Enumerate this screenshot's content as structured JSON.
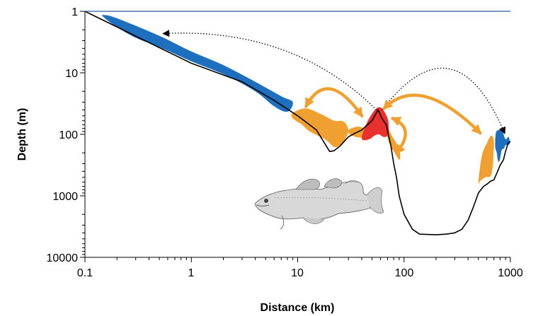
{
  "chart_data": {
    "type": "line",
    "title": "",
    "xlabel": "Distance (km)",
    "ylabel": "Depth (m)",
    "x_scale": "log",
    "y_scale": "log",
    "y_inverted": true,
    "xlim": [
      0.1,
      1000
    ],
    "ylim": [
      1,
      10000
    ],
    "x_ticks": [
      "0.1",
      "1",
      "10",
      "100",
      "1000"
    ],
    "y_ticks": [
      "1",
      "10",
      "100",
      "1000",
      "10000"
    ],
    "grid": false,
    "series": [
      {
        "role": "seabed-profile",
        "color": "#000000",
        "points": [
          [
            0.1,
            1
          ],
          [
            1,
            7
          ],
          [
            3,
            14
          ],
          [
            6,
            28
          ],
          [
            10,
            50
          ],
          [
            15,
            85
          ],
          [
            20,
            190
          ],
          [
            22,
            185
          ],
          [
            25,
            155
          ],
          [
            30,
            110
          ],
          [
            35,
            95
          ],
          [
            40,
            85
          ],
          [
            50,
            60
          ],
          [
            57,
            40
          ],
          [
            62,
            55
          ],
          [
            68,
            70
          ],
          [
            75,
            150
          ],
          [
            80,
            300
          ],
          [
            85,
            500
          ],
          [
            90,
            1000
          ],
          [
            100,
            2000
          ],
          [
            120,
            3500
          ],
          [
            140,
            4200
          ],
          [
            200,
            4300
          ],
          [
            250,
            4200
          ],
          [
            300,
            4000
          ],
          [
            350,
            3500
          ],
          [
            400,
            2500
          ],
          [
            450,
            1500
          ],
          [
            500,
            900
          ],
          [
            560,
            700
          ],
          [
            600,
            650
          ],
          [
            650,
            580
          ],
          [
            700,
            550
          ],
          [
            750,
            420
          ],
          [
            800,
            320
          ],
          [
            860,
            260
          ],
          [
            900,
            190
          ],
          [
            950,
            140
          ],
          [
            1000,
            130
          ]
        ]
      },
      {
        "role": "sea-surface",
        "color": "#2a5a9a",
        "points": [
          [
            0.1,
            1
          ],
          [
            1000,
            1
          ]
        ]
      }
    ],
    "regions": [
      {
        "color": "#1f6fbf",
        "points": [
          [
            0.15,
            1.15
          ],
          [
            0.2,
            1.3
          ],
          [
            0.5,
            2.5
          ],
          [
            1,
            4.5
          ],
          [
            2,
            7.5
          ],
          [
            4,
            14
          ],
          [
            7,
            24
          ],
          [
            9,
            30
          ],
          [
            8,
            43
          ],
          [
            6,
            35
          ],
          [
            4,
            20
          ],
          [
            2,
            10.5
          ],
          [
            1,
            6.5
          ],
          [
            0.5,
            3.8
          ],
          [
            0.3,
            2.7
          ],
          [
            0.2,
            1.8
          ],
          [
            0.15,
            1.25
          ]
        ]
      },
      {
        "color": "#f0a030",
        "points": [
          [
            9,
            45
          ],
          [
            12,
            38
          ],
          [
            17,
            48
          ],
          [
            22,
            60
          ],
          [
            27,
            62
          ],
          [
            30,
            85
          ],
          [
            28,
            120
          ],
          [
            25,
            150
          ],
          [
            22,
            160
          ],
          [
            18,
            120
          ],
          [
            13,
            90
          ],
          [
            11,
            70
          ],
          [
            9,
            55
          ]
        ]
      },
      {
        "color": "#f0a030",
        "points": [
          [
            30,
            85
          ],
          [
            37,
            75
          ],
          [
            44,
            85
          ],
          [
            50,
            115
          ],
          [
            42,
            115
          ],
          [
            35,
            110
          ],
          [
            31,
            100
          ]
        ]
      },
      {
        "color": "#f0a030",
        "points": [
          [
            63,
            60
          ],
          [
            70,
            75
          ],
          [
            78,
            110
          ],
          [
            85,
            140
          ],
          [
            92,
            210
          ],
          [
            90,
            260
          ],
          [
            82,
            200
          ],
          [
            75,
            160
          ],
          [
            68,
            100
          ],
          [
            63,
            70
          ]
        ]
      },
      {
        "color": "#e8302f",
        "points": [
          [
            40,
            115
          ],
          [
            42,
            85
          ],
          [
            47,
            55
          ],
          [
            55,
            38
          ],
          [
            62,
            38
          ],
          [
            70,
            55
          ],
          [
            72,
            80
          ],
          [
            70,
            105
          ],
          [
            64,
            110
          ],
          [
            58,
            100
          ],
          [
            53,
            105
          ],
          [
            47,
            120
          ],
          [
            42,
            125
          ]
        ]
      },
      {
        "color": "#f0a030",
        "points": [
          [
            500,
            600
          ],
          [
            540,
            220
          ],
          [
            600,
            140
          ],
          [
            660,
            105
          ],
          [
            700,
            130
          ],
          [
            690,
            250
          ],
          [
            680,
            350
          ],
          [
            650,
            480
          ],
          [
            580,
            500
          ],
          [
            520,
            580
          ]
        ]
      },
      {
        "color": "#1f6fbf",
        "points": [
          [
            720,
            160
          ],
          [
            730,
            95
          ],
          [
            780,
            85
          ],
          [
            840,
            90
          ],
          [
            900,
            120
          ],
          [
            960,
            110
          ],
          [
            990,
            140
          ],
          [
            930,
            150
          ],
          [
            900,
            150
          ],
          [
            870,
            170
          ],
          [
            830,
            180
          ],
          [
            800,
            250
          ],
          [
            780,
            280
          ],
          [
            760,
            260
          ],
          [
            745,
            200
          ]
        ]
      }
    ],
    "annotations": [
      {
        "type": "dotted-arrow",
        "color": "#000000",
        "from": [
          55,
          40
        ],
        "to": [
          0.55,
          2.3
        ],
        "via": [
          9,
          1.8
        ],
        "arrow_end": "end"
      },
      {
        "type": "dotted-arrow",
        "color": "#000000",
        "from": [
          62,
          40
        ],
        "to": [
          880,
          95
        ],
        "via": [
          300,
          1.2
        ],
        "arrow_end": "end"
      },
      {
        "type": "double-arrow",
        "color": "#f0a030",
        "from": [
          12,
          35
        ],
        "to": [
          40,
          50
        ],
        "via": [
          19,
          8
        ]
      },
      {
        "type": "double-arrow",
        "color": "#f0a030",
        "from": [
          65,
          38
        ],
        "to": [
          520,
          95
        ],
        "via": [
          140,
          10
        ]
      },
      {
        "type": "double-arrow",
        "color": "#f0a030",
        "from": [
          78,
          55
        ],
        "to": [
          85,
          200
        ],
        "via": [
          130,
          80
        ]
      }
    ],
    "illustration": "cod-fish-drawing"
  }
}
